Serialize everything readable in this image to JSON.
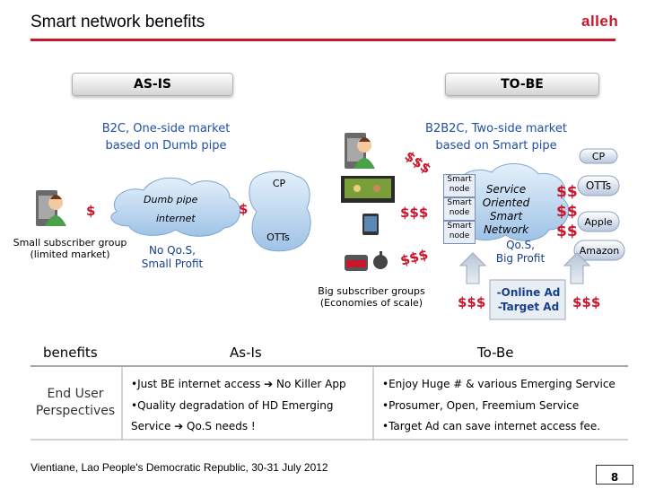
{
  "slide": {
    "title": "Smart network benefits",
    "logo": "alleh",
    "footer": "Vientiane, Lao People's Democratic Republic, 30-31 July 2012",
    "page_number": "8"
  },
  "as_is": {
    "header": "AS-IS",
    "subtitle_line1": "B2C, One-side market",
    "subtitle_line2": "based on Dumb pipe",
    "cloud_line1": "Dumb pipe",
    "cloud_line2": "internet",
    "user_money": "$",
    "cp_money": "$",
    "cp_label": "CP",
    "otts_label": "OTTs",
    "subscriber_line1": "Small subscriber group",
    "subscriber_line2": "(limited market)",
    "result_line1": "No Qo.S,",
    "result_line2": "Small Profit"
  },
  "to_be": {
    "header": "TO-BE",
    "subtitle_line1": "B2B2C, Two-side market",
    "subtitle_line2": "based on Smart pipe",
    "user_money": "$$$",
    "device_money_mid": "$$$",
    "device_money_low": "$$$",
    "node_label_1": "Smart node",
    "node_label_2": "Smart node",
    "node_label_3": "Smart node",
    "network_line1": "Service",
    "network_line2": "Oriented",
    "network_line3": "Smart",
    "network_line4": "Network",
    "provider_money_1": "$$",
    "provider_money_2": "$$",
    "provider_money_3": "$$",
    "cp_label": "CP",
    "otts_label": "OTTs",
    "apple_label": "Apple",
    "amazon_label": "Amazon",
    "result_line1": "Qo.S,",
    "result_line2": "Big Profit",
    "subscriber_line1": "Big subscriber groups",
    "subscriber_line2": "(Economies of scale)",
    "ad_money_left": "$$$",
    "ad_line1": "-Online Ad",
    "ad_line2": "-Target Ad",
    "ad_money_right": "$$$"
  },
  "table": {
    "col_benefits": "benefits",
    "col_as_is": "As-Is",
    "col_to_be": "To-Be",
    "row_label_line1": "End User",
    "row_label_line2": "Perspectives",
    "as_is_bullets": [
      "•Just BE internet access ➔ No Killer App",
      "•Quality degradation of HD Emerging",
      "Service ➔ Qo.S needs !"
    ],
    "to_be_bullets": [
      "•Enjoy Huge # & various Emerging Service",
      "•Prosumer, Open, Freemium Service",
      "•Target Ad can save internet access fee."
    ]
  }
}
